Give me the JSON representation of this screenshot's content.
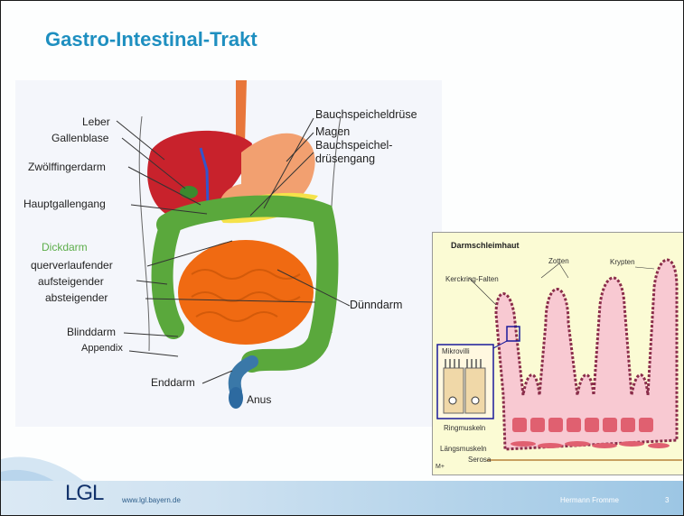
{
  "slide": {
    "title": "Gastro-Intestinal-Trakt",
    "footer": {
      "logo": "LGL",
      "url": "www.lgl.bayern.de",
      "author": "Hermann Fromme",
      "page_number": "3"
    }
  },
  "digestive_figure": {
    "labels": {
      "leber": "Leber",
      "gallenblase": "Gallenblase",
      "zwoelffingerdarm": "Zwölffingerdarm",
      "hauptgallengang": "Hauptgallengang",
      "dickdarm": "Dickdarm",
      "querverlaufender": "querverlaufender",
      "aufsteigender": "aufsteigender",
      "absteigender": "absteigender",
      "blinddarm": "Blinddarm",
      "appendix": "Appendix",
      "enddarm": "Enddarm",
      "anus": "Anus",
      "bauchspeicheldruese": "Bauchspeicheldrüse",
      "magen": "Magen",
      "bauchspeichel_1": "Bauchspeichel-",
      "bauchspeichel_2": "drüsengang",
      "duenndarm": "Dünndarm"
    },
    "colors": {
      "liver": "#c8222c",
      "colon": "#5aa83c",
      "small_intestine": "#f06a12",
      "stomach": "#f2a070",
      "esophagus": "#e8763a"
    }
  },
  "mucosa_figure": {
    "title": "Darmschleimhaut",
    "labels": {
      "kerckring": "Kerckring-Falten",
      "zotten": "Zotten",
      "krypten": "Krypten",
      "mikrovilli": "Mikrovilli",
      "ringmuskeln": "Ringmuskeln",
      "laengsmuskeln": "Längsmuskeln",
      "serosa": "Serosa",
      "corner": "M+"
    }
  }
}
